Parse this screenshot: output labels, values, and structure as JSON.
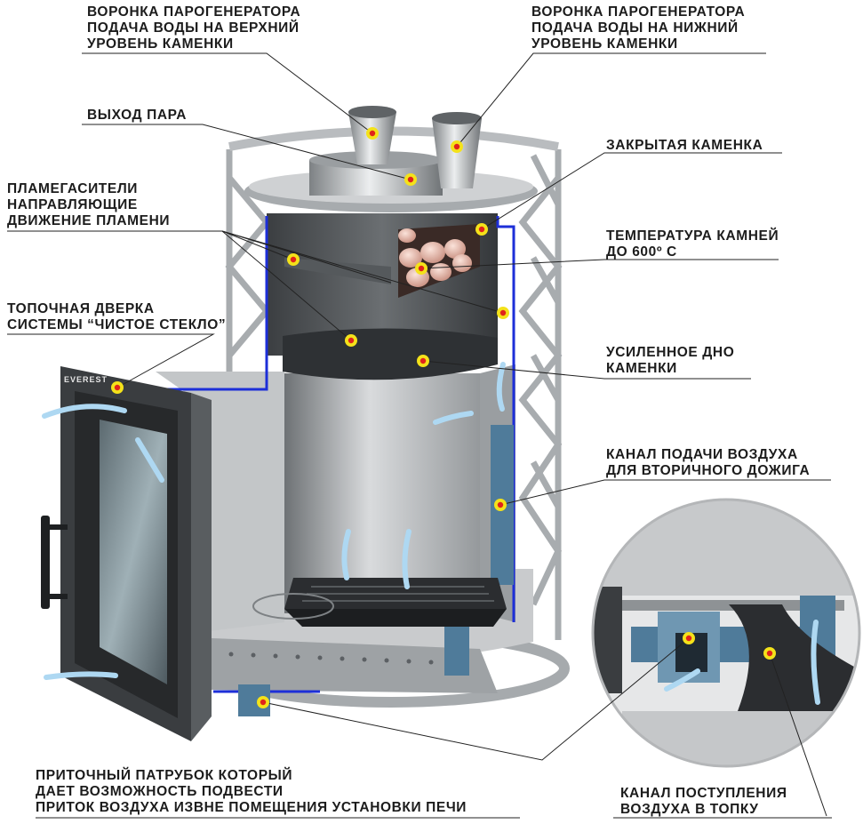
{
  "brand_logo": "EVEREST",
  "labels": {
    "upper_funnel": [
      "ВОРОНКА ПАРОГЕНЕРАТОРА",
      "ПОДАЧА ВОДЫ НА ВЕРХНИЙ",
      "УРОВЕНЬ КАМЕНКИ"
    ],
    "lower_funnel": [
      "ВОРОНКА ПАРОГЕНЕРАТОРА",
      "ПОДАЧА ВОДЫ НА НИЖНИЙ",
      "УРОВЕНЬ КАМЕНКИ"
    ],
    "steam_outlet": [
      "ВЫХОД ПАРА"
    ],
    "closed_heater": [
      "ЗАКРЫТАЯ КАМЕНКА"
    ],
    "flame_arresters": [
      "ПЛАМЕГАСИТЕЛИ",
      "НАПРАВЛЯЮЩИЕ",
      "ДВИЖЕНИЕ ПЛАМЕНИ"
    ],
    "stone_temp": [
      "ТЕМПЕРАТУРА КАМНЕЙ",
      "ДО 600º С"
    ],
    "door": [
      "ТОПОЧНАЯ ДВЕРКА",
      "СИСТЕМЫ “ЧИСТОЕ СТЕКЛО”"
    ],
    "reinforced_bottom": [
      "УСИЛЕННОЕ ДНО",
      "КАМЕНКИ"
    ],
    "secondary_air": [
      "КАНАЛ ПОДАЧИ ВОЗДУХА",
      "ДЛЯ ВТОРИЧНОГО ДОЖИГА"
    ],
    "inlet_pipe": [
      "ПРИТОЧНЫЙ ПАТРУБОК КОТОРЫЙ",
      "ДАЕТ ВОЗМОЖНОСТЬ ПОДВЕСТИ",
      "ПРИТОК ВОЗДУХА ИЗВНЕ ПОМЕЩЕНИЯ УСТАНОВКИ ПЕЧИ"
    ],
    "firebox_air": [
      "КАНАЛ ПОСТУПЛЕНИЯ",
      "ВОЗДУХА В ТОПКУ"
    ]
  },
  "colors": {
    "marker_fill": "#f4e21a",
    "marker_center": "#e0241b",
    "air_channel": "#4f7b9a",
    "blue_line": "#1d2fd8",
    "steel": "#b9bcbf",
    "airflow": "#aed8f2"
  }
}
